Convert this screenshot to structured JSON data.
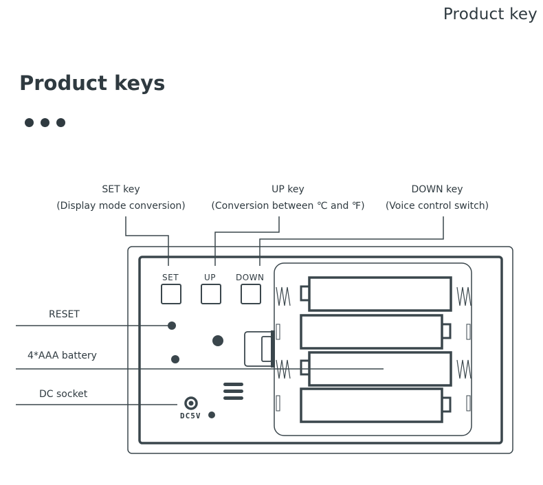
{
  "header": {
    "tag": "Product key"
  },
  "page": {
    "title": "Product keys",
    "dots_count": 3
  },
  "callouts": {
    "set": {
      "title": "SET key",
      "desc": "(Display mode conversion)"
    },
    "up": {
      "title": "UP key",
      "desc": "(Conversion between ℃ and ℉)"
    },
    "down": {
      "title": "DOWN key",
      "desc": "(Voice control switch)"
    }
  },
  "side_labels": {
    "reset": "RESET",
    "battery": "4*AAA battery",
    "dc_socket": "DC socket"
  },
  "device": {
    "keys": [
      "SET",
      "UP",
      "DOWN"
    ],
    "dc_label": "DC5V",
    "battery_count": 4
  },
  "colors": {
    "ink": "#2f3a40",
    "line": "#3a464c"
  }
}
